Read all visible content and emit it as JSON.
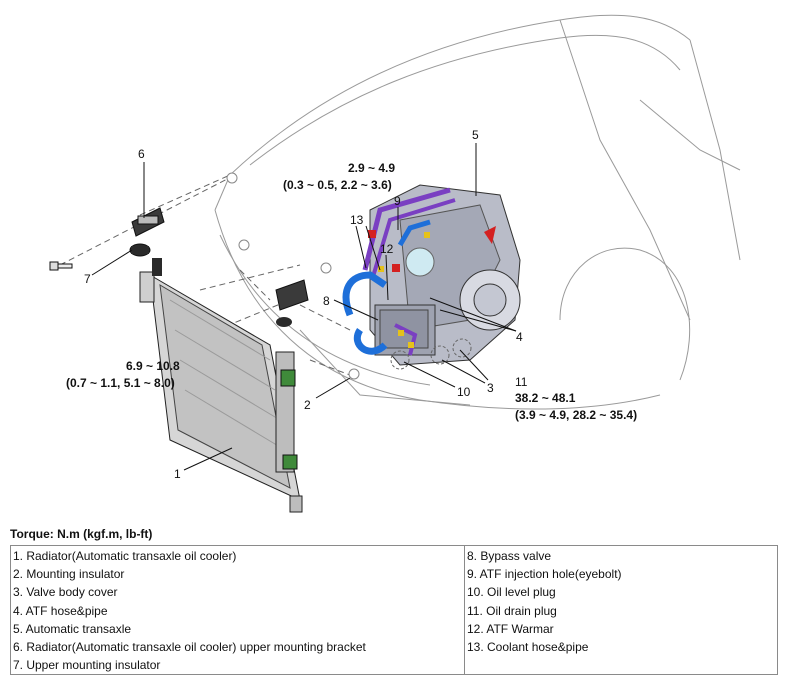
{
  "callouts": {
    "c1": "1",
    "c2": "2",
    "c3": "3",
    "c4": "4",
    "c5": "5",
    "c6": "6",
    "c7": "7",
    "c8": "8",
    "c9": "9",
    "c10": "10",
    "c11": "11",
    "c12": "12",
    "c13": "13"
  },
  "torque_labels": {
    "top_line1": "2.9 ~ 4.9",
    "top_line2": "(0.3 ~ 0.5, 2.2 ~ 3.6)",
    "left_line1": "6.9 ~ 10.8",
    "left_line2": "(0.7 ~ 1.1, 5.1 ~ 8.0)",
    "right_line1": "38.2 ~ 48.1",
    "right_line2": "(3.9 ~ 4.9, 28.2 ~ 35.4)"
  },
  "torque_heading": "Torque: N.m (kgf.m, lb-ft)",
  "legend": {
    "left": [
      "1. Radiator(Automatic transaxle oil cooler)",
      "2. Mounting insulator",
      "3. Valve body cover",
      "4. ATF hose&pipe",
      "5. Automatic transaxle",
      "6. Radiator(Automatic transaxle oil cooler) upper mounting bracket",
      "7. Upper mounting insulator"
    ],
    "right": [
      "8. Bypass valve",
      "9. ATF injection hole(eyebolt)",
      "10. Oil level plug",
      "11. Oil drain plug",
      "12. ATF Warmar",
      "13. Coolant hose&pipe"
    ]
  },
  "colors": {
    "hose_blue": "#1e6fd9",
    "pipe_purple": "#7a3fc2",
    "marker_red": "#d42020",
    "fitting_yellow": "#e6c21a",
    "insulator_green": "#3f8a3a"
  }
}
